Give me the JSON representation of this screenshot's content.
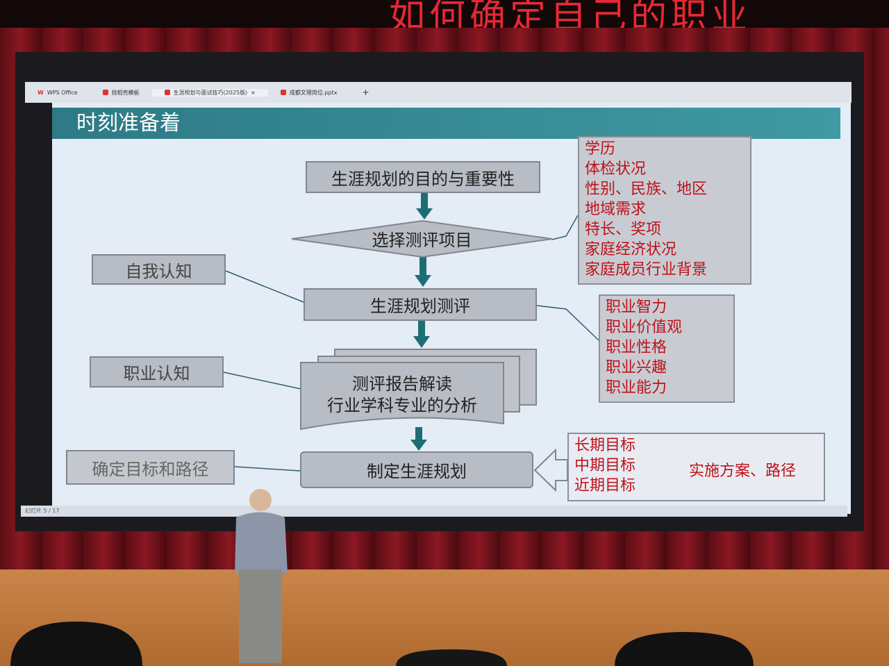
{
  "banner": {
    "text": "如何确定自己的职业"
  },
  "app": {
    "tabs": [
      "WPS Office",
      "找稻壳模板",
      "生涯规划与面试技巧(2025版)",
      "成都文理岗位.pptx"
    ],
    "new_tab": "+"
  },
  "slide": {
    "title": "时刻准备着",
    "flow": {
      "purpose": "生涯规划的目的与重要性",
      "select": "选择测评项目",
      "assess": "生涯规划测评",
      "report_line1": "测评报告解读",
      "report_line2": "行业学科专业的分析",
      "plan": "制定生涯规划"
    },
    "left": [
      "自我认知",
      "职业认知",
      "确定目标和路径"
    ],
    "select_items": [
      "学历",
      "体检状况",
      "性别、民族、地区",
      "地域需求",
      "特长、奖项",
      "家庭经济状况",
      "家庭成员行业背景"
    ],
    "assess_items": [
      "职业智力",
      "职业价值观",
      "职业性格",
      "职业兴趣",
      "职业能力"
    ],
    "goals": [
      "长期目标",
      "中期目标",
      "近期目标"
    ],
    "goals_result": "实施方案、路径"
  },
  "status": {
    "slide_counter": "幻灯片 5 / 17"
  }
}
